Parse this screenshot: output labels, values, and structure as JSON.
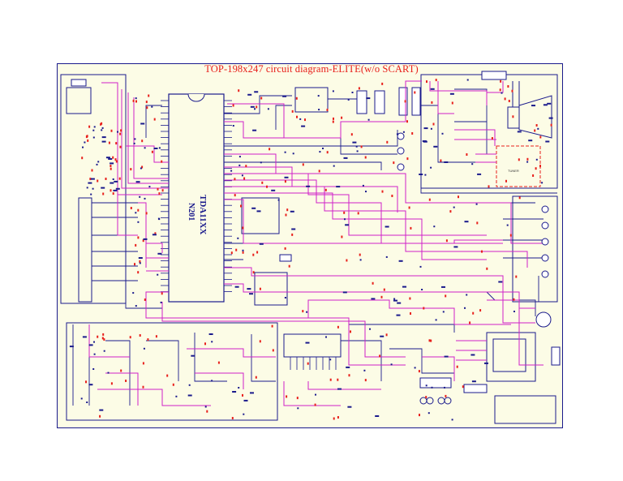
{
  "title": "TOP-198x247 circuit diagram-ELITE(w/o SCART)",
  "ic_main": {
    "ref": "N201",
    "part": "TDA11XX"
  },
  "tuner_label": "TUNER",
  "colors": {
    "wire_blue": "#1a1a8c",
    "wire_magenta": "#d020c8",
    "component_red": "#e8201c",
    "background": "#fcfce6",
    "title": "#e8201c"
  }
}
